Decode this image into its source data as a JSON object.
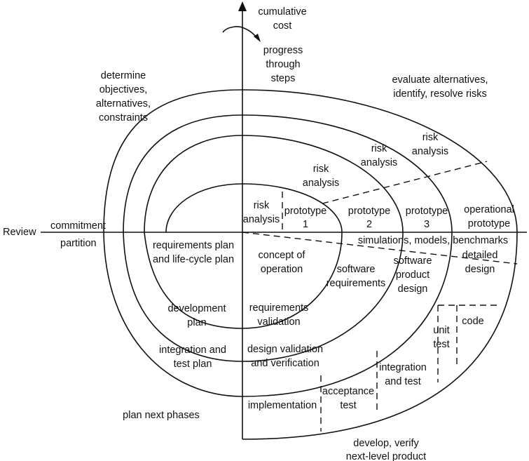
{
  "diagram": {
    "axis_labels": {
      "y_top": [
        "cumulative",
        "cost"
      ],
      "progress": [
        "progress",
        "through",
        "steps"
      ],
      "review": "Review",
      "commitment": "commitment",
      "partition": "partition"
    },
    "quadrant_labels": {
      "top_left": [
        "determine",
        "objectives,",
        "alternatives,",
        "constraints"
      ],
      "top_right": [
        "evaluate alternatives,",
        "identify, resolve risks"
      ],
      "bottom_left": "plan next phases",
      "bottom_right": [
        "develop, verify",
        "next-level product"
      ]
    },
    "risk_analysis": {
      "inner": [
        "risk",
        "analysis"
      ],
      "second": [
        "risk",
        "analysis"
      ],
      "third": [
        "risk",
        "analysis"
      ],
      "fourth": [
        "risk",
        "analysis"
      ]
    },
    "prototypes": {
      "p1": [
        "prototype",
        "1"
      ],
      "p2": [
        "prototype",
        "2"
      ],
      "p3": [
        "prototype",
        "3"
      ],
      "operational": [
        "operational",
        "prototype"
      ]
    },
    "simulations": "simulations, models, benchmarks",
    "planning": {
      "requirements_plan": [
        "requirements plan",
        "and life-cycle plan"
      ],
      "development_plan": [
        "development",
        "plan"
      ],
      "integration_plan": [
        "integration and",
        "test plan"
      ]
    },
    "steps": {
      "concept": [
        "concept of",
        "operation"
      ],
      "software_requirements": [
        "software",
        "requirements"
      ],
      "requirements_validation": [
        "requirements",
        "validation"
      ],
      "software_product_design": [
        "software",
        "product",
        "design"
      ],
      "design_validation": [
        "design validation",
        "and verification"
      ],
      "detailed_design": [
        "detailed",
        "design"
      ],
      "code": "code",
      "unit_test": [
        "unit",
        "test"
      ],
      "integration_test": [
        "integration",
        "and test"
      ],
      "acceptance_test": [
        "acceptance",
        "test"
      ],
      "implementation": "implementation"
    }
  }
}
